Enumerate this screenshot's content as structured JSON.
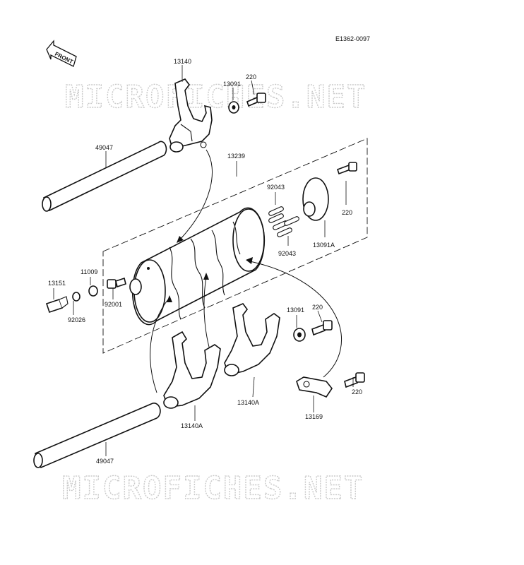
{
  "figure": {
    "code": "E1362-0097",
    "front_label": "FRONT",
    "watermark_top": "MICROFICHES.NET",
    "watermark_bottom": "MICROFICHES.NET"
  },
  "callouts": {
    "fork_top": "13140",
    "washer_top": "13091",
    "bolt_top": "220",
    "shaft_top": "49047",
    "drum": "13239",
    "pins_upper": "92043",
    "bolt_plate": "220",
    "plate": "13091A",
    "pins_lower": "92043",
    "switch": "13151",
    "oring": "11009",
    "switch_washer": "92026",
    "drum_bolt": "92001",
    "washer_bottom": "13091",
    "bolt_bottom": "220",
    "fork_left": "13140A",
    "fork_mid": "13140A",
    "stopper": "13169",
    "bolt_stopper": "220",
    "shaft_bottom": "49047"
  }
}
